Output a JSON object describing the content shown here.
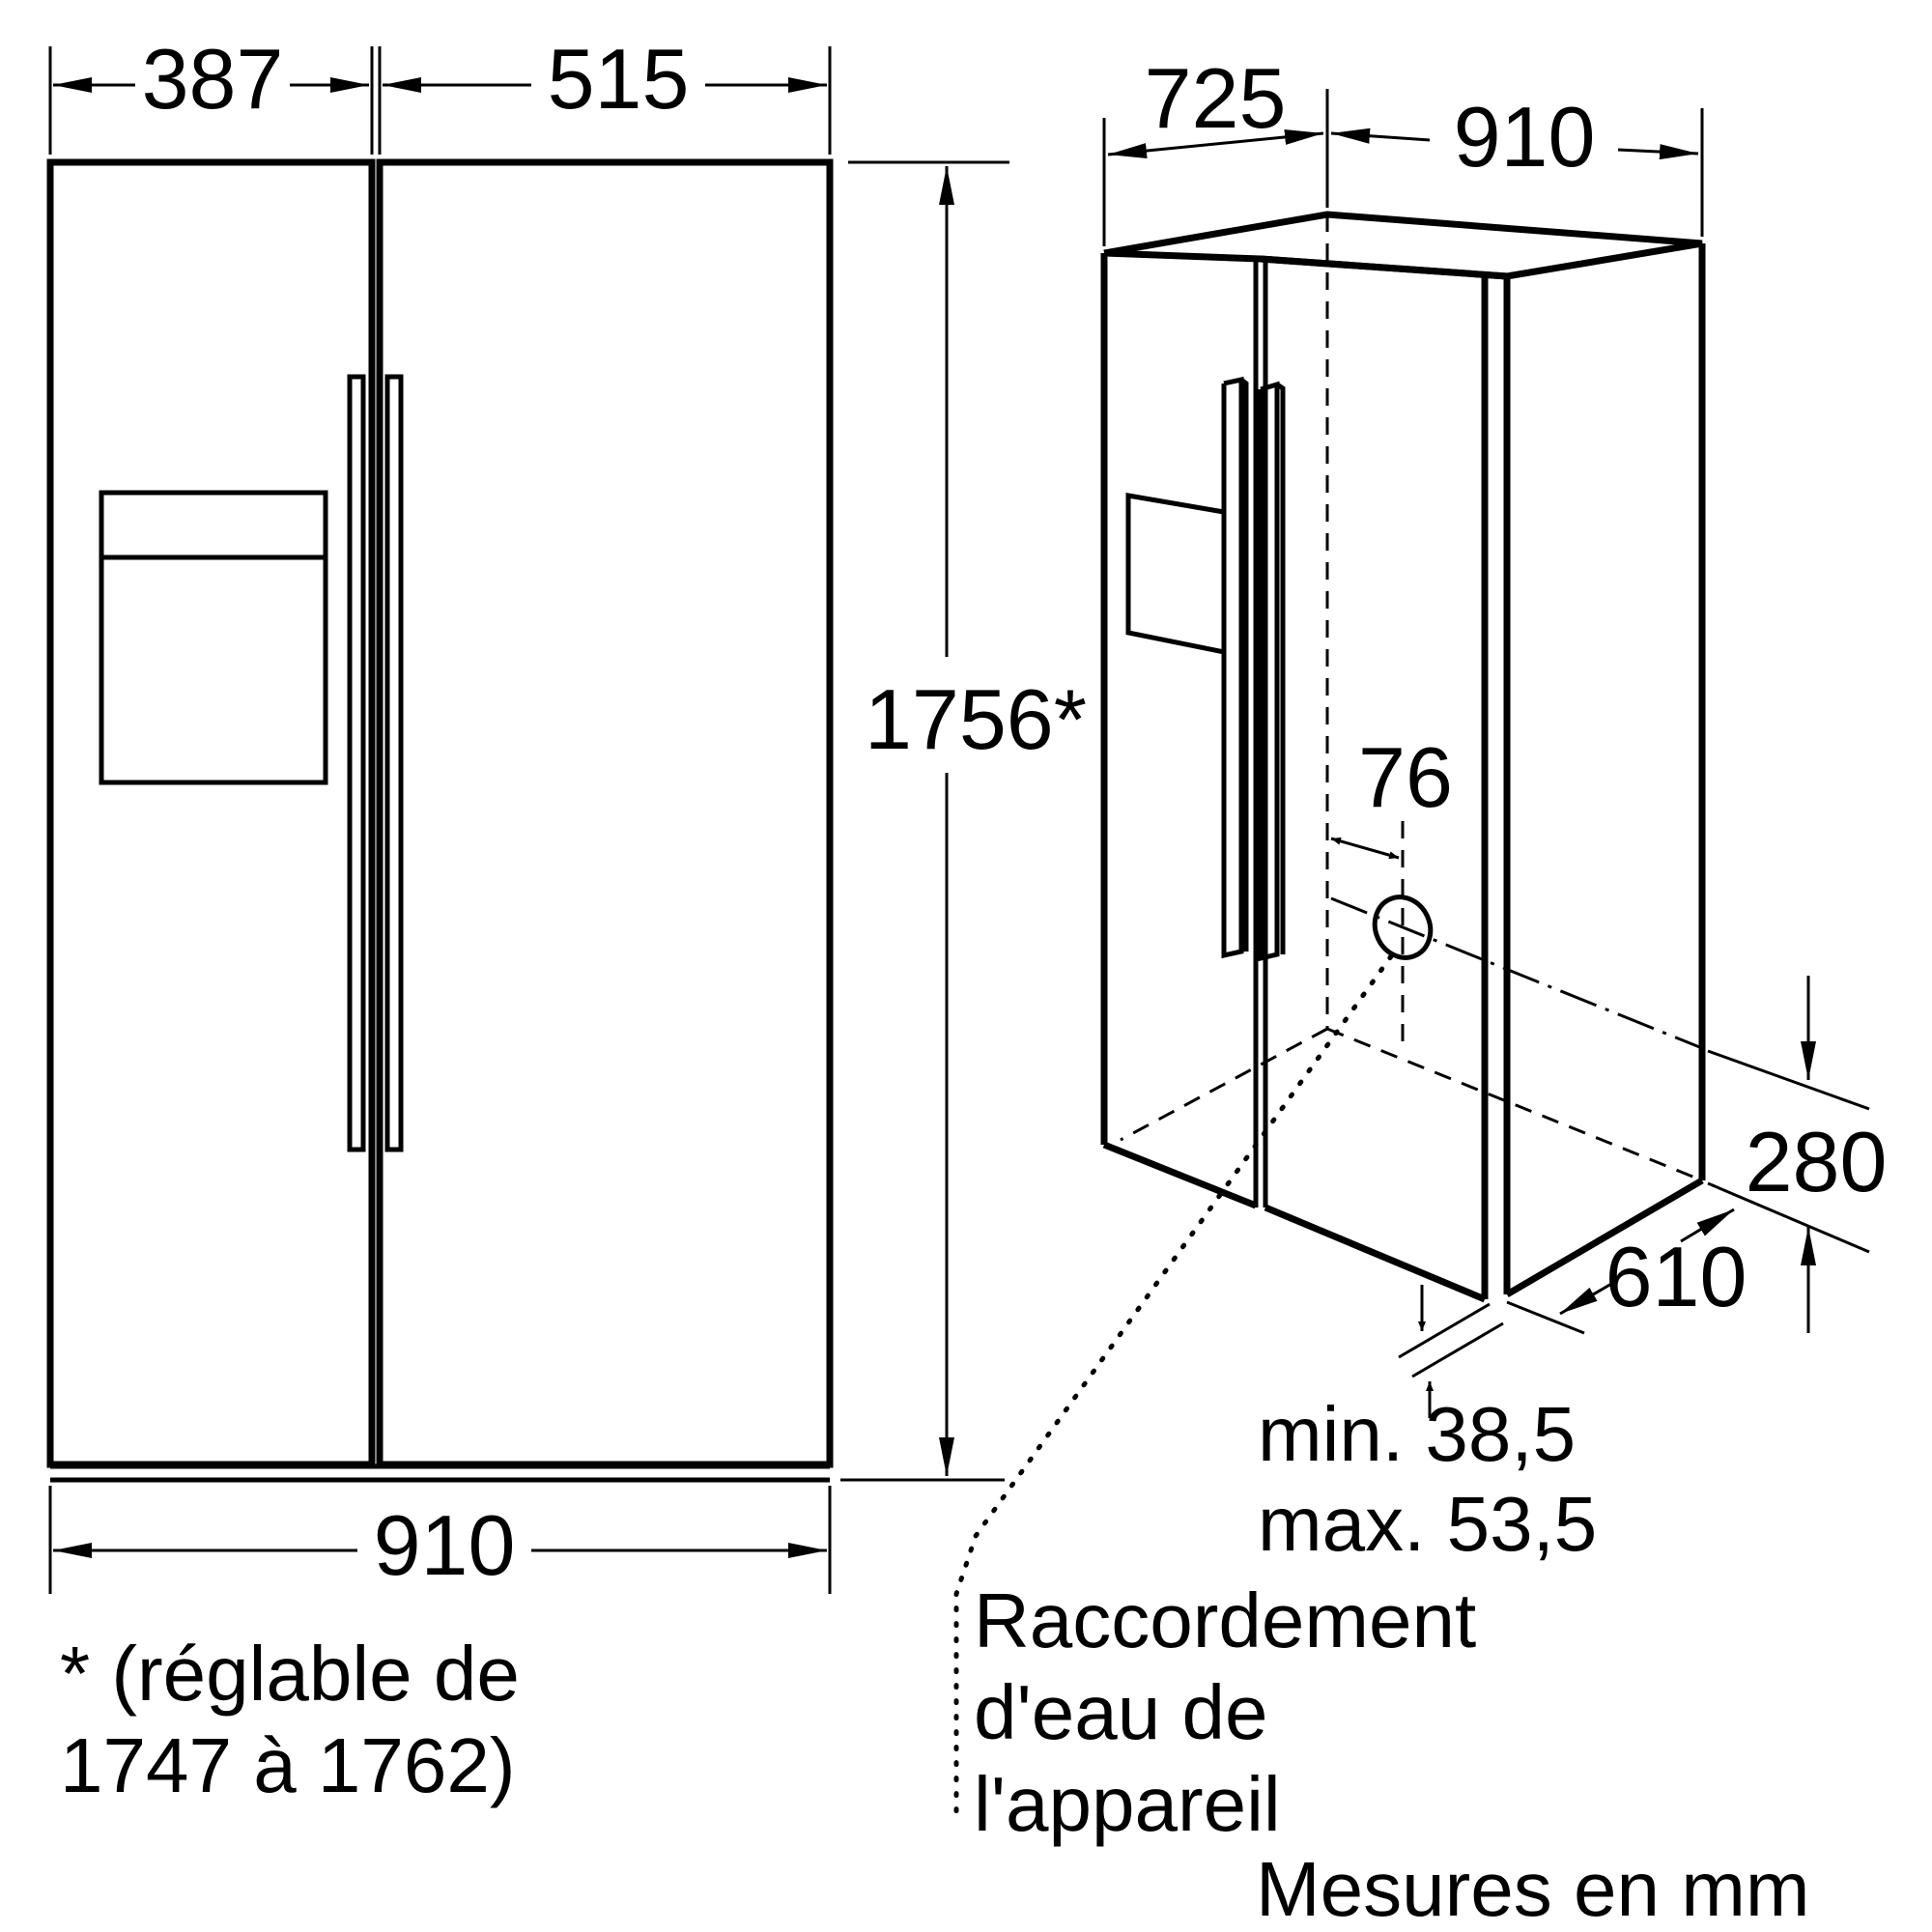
{
  "front_view": {
    "freezer_door_width": "387",
    "fridge_door_width": "515",
    "overall_width": "910",
    "height": "1756*",
    "height_note_line1": "* (réglable de",
    "height_note_line2": "1747 à 1762)"
  },
  "perspective_view": {
    "depth": "725",
    "width": "910",
    "water_connection_offset": "76",
    "water_connection_height": "280",
    "depth_body": "610",
    "gap_min": "min. 38,5",
    "gap_max": "max. 53,5",
    "water_label_line1": "Raccordement",
    "water_label_line2": "d'eau de",
    "water_label_line3": "l'appareil"
  },
  "units_label": "Mesures en mm"
}
